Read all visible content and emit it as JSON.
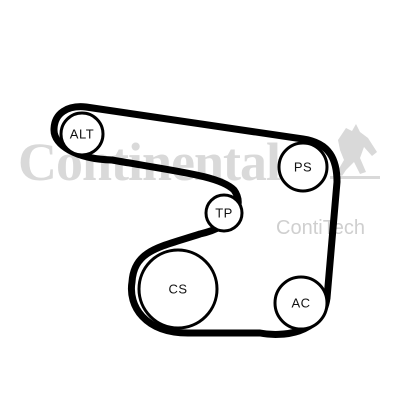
{
  "watermark": {
    "brand": "Continental",
    "sub": "ContiTech",
    "logo_icon": "horse-icon"
  },
  "pulleys": [
    {
      "id": "alt",
      "label": "ALT"
    },
    {
      "id": "ps",
      "label": "PS"
    },
    {
      "id": "tp",
      "label": "TP"
    },
    {
      "id": "cs",
      "label": "CS"
    },
    {
      "id": "ac",
      "label": "AC"
    }
  ],
  "colors": {
    "belt": "#000000",
    "watermark": "#d9d9d9"
  }
}
